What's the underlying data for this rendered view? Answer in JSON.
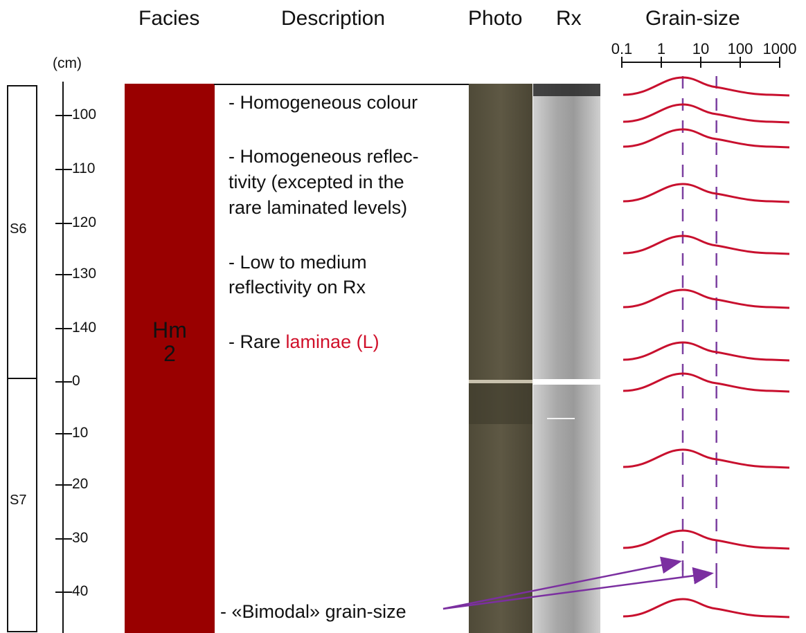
{
  "headers": {
    "facies": "Facies",
    "description": "Description",
    "photo": "Photo",
    "rx": "Rx",
    "grain_size": "Grain-size"
  },
  "depth_unit": "(cm)",
  "depth_ticks": [
    "100",
    "110",
    "120",
    "130",
    "140",
    "0",
    "10",
    "20",
    "30",
    "40"
  ],
  "sections": [
    "S6",
    "S7"
  ],
  "facies": {
    "code_line1": "Hm",
    "code_line2": "2",
    "color": "#990000"
  },
  "description": {
    "items": [
      "- Homogeneous colour",
      "- Homogeneous reflec-",
      "tivity (excepted in the",
      "rare laminated levels)",
      "- Low to medium",
      "reflectivity on Rx"
    ],
    "rare_prefix": "- Rare ",
    "rare_highlight": "laminae (L)",
    "bimodal": "- «Bimodal» grain-size"
  },
  "grain_size_scale": [
    "0.1",
    "1",
    "10",
    "100",
    "1000"
  ],
  "colors": {
    "curve": "#c8102e",
    "dashed_mode_lines": "#7b3fa0",
    "arrow": "#7b2fa0",
    "highlight_text": "#d0102a",
    "photo": "#5a5340",
    "rx_light": "#dcdcdc",
    "rx_dark": "#8a8a8a"
  }
}
